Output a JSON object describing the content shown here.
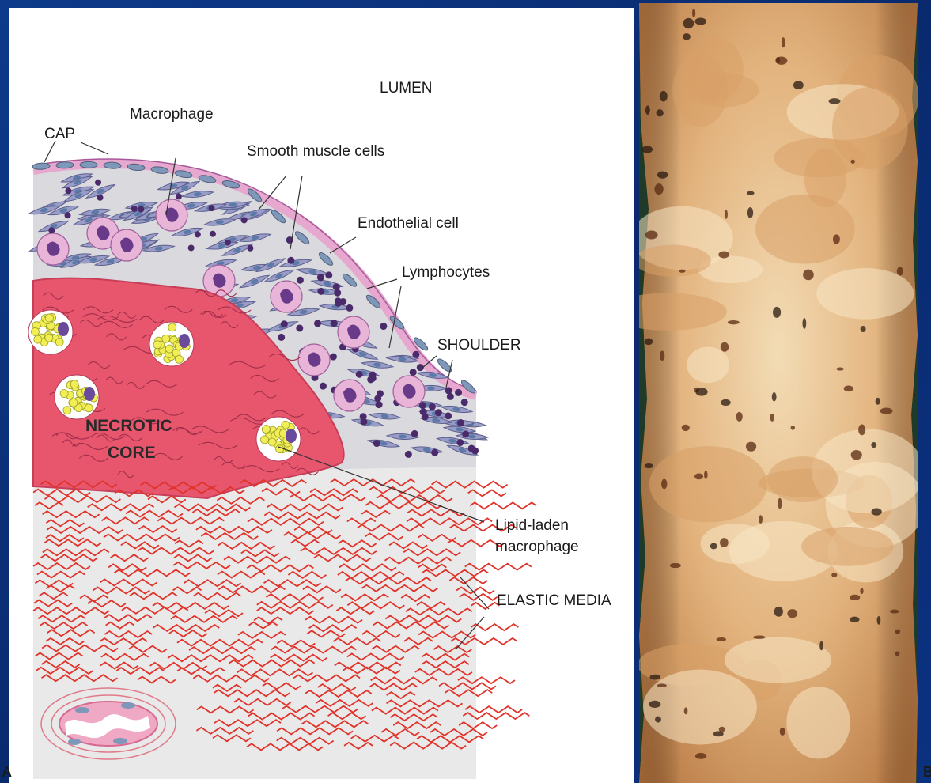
{
  "panel_a": {
    "letter": "A",
    "labels": {
      "lumen": "LUMEN",
      "cap": "CAP",
      "macrophage": "Macrophage",
      "smooth_muscle": "Smooth muscle cells",
      "endothelial": "Endothelial cell",
      "lymphocytes": "Lymphocytes",
      "shoulder": "SHOULDER",
      "necrotic_line1": "NECROTIC",
      "necrotic_line2": "CORE",
      "lipid_line1": "Lipid-laden",
      "lipid_line2": "macrophage",
      "elastic_media": "ELASTIC MEDIA"
    }
  },
  "panel_b": {
    "letter": "B"
  },
  "colors": {
    "slide_background": "#0a2a6e",
    "necrotic_core": "#e8566e",
    "elastic_fibers": "#e0332a",
    "cap_layer": "#ecc6dd",
    "smooth_muscle": "#9a9cc8",
    "lymphocyte": "#4a2a6a",
    "lipid_droplets": "#f2ee55",
    "specimen": "#e0ad74"
  }
}
